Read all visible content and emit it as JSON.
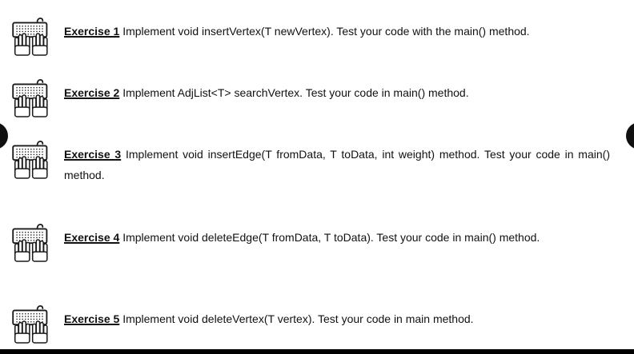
{
  "slide": {
    "bullet_icon": "keyboard-typing-hands-icon",
    "colors": {
      "text": "#111111",
      "background": "#ffffff",
      "edge_button": "#101010",
      "bottom_bar": "#000000"
    }
  },
  "items": [
    {
      "label": "Exercise 1",
      "text": "Implement void insertVertex(T newVertex). Test your code with the main() method."
    },
    {
      "label": "Exercise 2",
      "text": "Implement AdjList<T> searchVertex. Test your code in main() method."
    },
    {
      "label": "Exercise 3",
      "text": "Implement void insertEdge(T fromData, T toData, int weight) method. Test your code in main() method."
    },
    {
      "label": "Exercise 4",
      "text": "Implement void deleteEdge(T fromData, T toData). Test your code in main() method."
    },
    {
      "label": "Exercise 5",
      "text": "Implement void deleteVertex(T vertex). Test your code in main method."
    }
  ]
}
